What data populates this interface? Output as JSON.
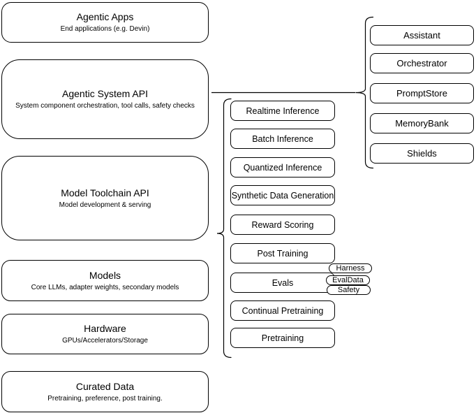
{
  "diagram": {
    "layers": [
      {
        "title": "Agentic Apps",
        "subtitle": "End applications (e.g. Devin)"
      },
      {
        "title": "Agentic System API",
        "subtitle": "System component orchestration, tool calls, safety checks"
      },
      {
        "title": "Model Toolchain API",
        "subtitle": "Model development & serving"
      },
      {
        "title": "Models",
        "subtitle": "Core LLMs, adapter weights, secondary models"
      },
      {
        "title": "Hardware",
        "subtitle": "GPUs/Accelerators/Storage"
      },
      {
        "title": "Curated Data",
        "subtitle": "Pretraining, preference, post training."
      }
    ],
    "toolchain_services": [
      "Realtime Inference",
      "Batch Inference",
      "Quantized Inference",
      "Synthetic Data Generation",
      "Reward Scoring",
      "Post Training",
      "Evals",
      "Continual Pretraining",
      "Pretraining"
    ],
    "evals_tags": [
      "Harness",
      "EvalData",
      "Safety"
    ],
    "system_services": [
      "Assistant",
      "Orchestrator",
      "PromptStore",
      "MemoryBank",
      "Shields"
    ],
    "colors": {
      "stroke": "#000000",
      "fill": "#ffffff",
      "background": "#ffffff"
    }
  }
}
